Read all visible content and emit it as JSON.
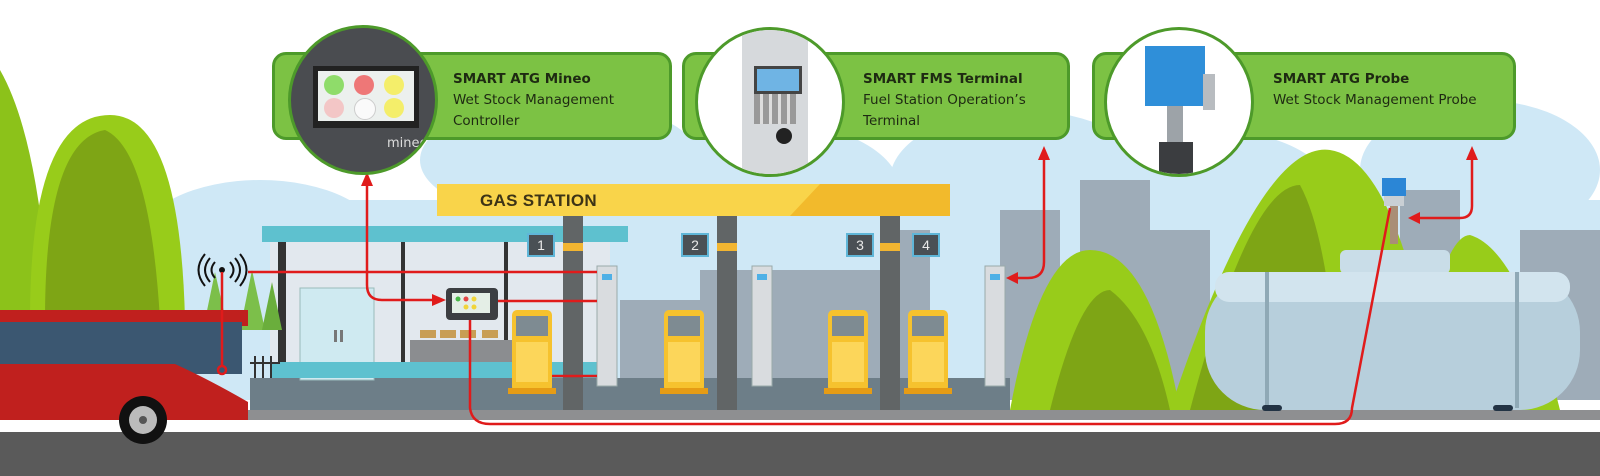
{
  "diagram": {
    "title": "SMART fuel station system overview",
    "colors": {
      "callout_fill": "#7cc244",
      "callout_border": "#4d9a2a",
      "connection_line": "#e01b1b",
      "canopy": "#f9d44a",
      "bus": "#c0201e",
      "tank": "#b7cfdc",
      "hills": "#8cc21a",
      "road": "#5a5a5a"
    },
    "callouts": [
      {
        "title": "SMART ATG Mineo",
        "subtitle_line1": "Wet Stock Management",
        "subtitle_line2": "Controller",
        "image": "mineo-controller-photo",
        "device_label": "mineo"
      },
      {
        "title": "SMART FMS Terminal",
        "subtitle_line1": "Fuel Station Operation’s",
        "subtitle_line2": "Terminal",
        "image": "fms-terminal-photo"
      },
      {
        "title": "SMART ATG Probe",
        "subtitle_line1": "Wet Stock Management Probe",
        "subtitle_line2": "",
        "image": "atg-probe-photo"
      }
    ],
    "station": {
      "canopy_label": "GAS STATION",
      "pump_numbers": [
        "1",
        "2",
        "3",
        "4"
      ]
    },
    "icons": [
      "wireless-antenna-icon",
      "bus-icon",
      "fuel-dispenser-icon",
      "fms-terminal-icon",
      "controller-icon",
      "storage-tank-icon",
      "probe-icon"
    ]
  }
}
